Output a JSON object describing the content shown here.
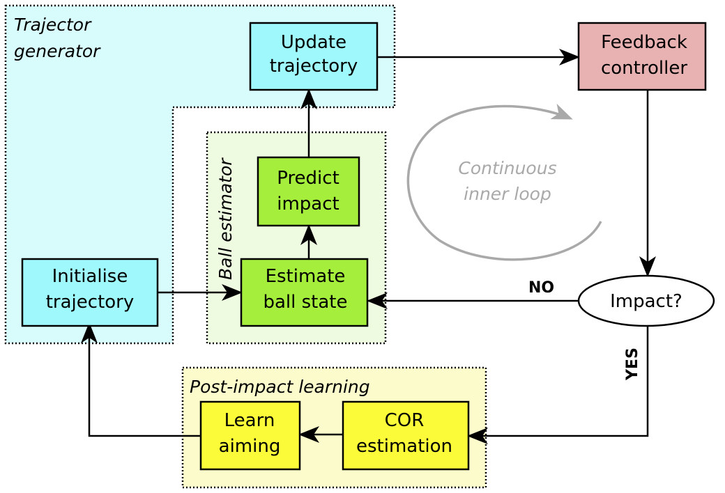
{
  "groups": {
    "trajectory_generator": {
      "line1": "Trajector",
      "line2": "generator"
    },
    "ball_estimator": {
      "label": "Ball estimator"
    },
    "post_impact_learning": {
      "label": "Post-impact learning"
    }
  },
  "boxes": {
    "update_trajectory": {
      "line1": "Update",
      "line2": "trajectory"
    },
    "feedback_controller": {
      "line1": "Feedback",
      "line2": "controller"
    },
    "predict_impact": {
      "line1": "Predict",
      "line2": "impact"
    },
    "estimate_ball_state": {
      "line1": "Estimate",
      "line2": "ball state"
    },
    "initialise_trajectory": {
      "line1": "Initialise",
      "line2": "trajectory"
    },
    "impact_decision": {
      "label": "Impact?"
    },
    "learn_aiming": {
      "line1": "Learn",
      "line2": "aiming"
    },
    "cor_estimation": {
      "line1": "COR",
      "line2": "estimation"
    }
  },
  "branch_labels": {
    "no": "NO",
    "yes": "YES"
  },
  "inner_loop": {
    "line1": "Continuous",
    "line2": "inner loop"
  },
  "colors": {
    "trajectory_region": "#d8fbfc",
    "trajectory_box": "#9ff8fb",
    "ball_region": "#eefbe0",
    "ball_box": "#a5ee3c",
    "learning_region": "#fbfbcb",
    "learning_box": "#fbfb3a",
    "controller_box": "#e8b2b2",
    "loop_gray": "#a9a9a9"
  }
}
